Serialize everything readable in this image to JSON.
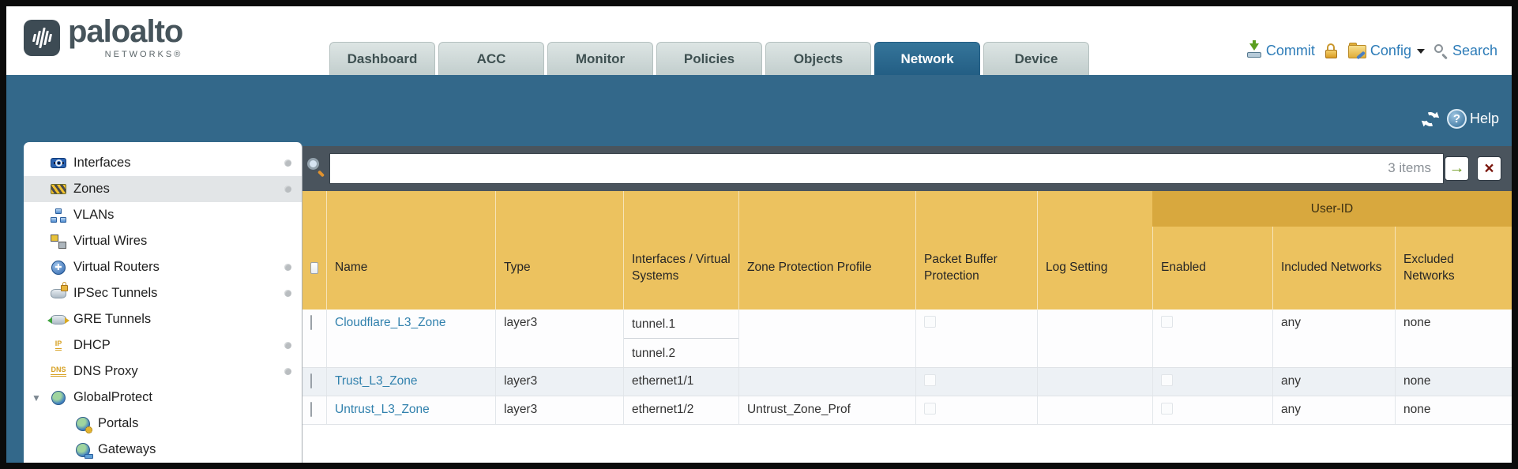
{
  "colors": {
    "teal_band": "#33688a",
    "active_tab": "#235e84",
    "filter_bar": "#4a545d",
    "table_header": "#ecc25f",
    "userid_band": "#d8a83e",
    "link_blue": "#3181ad",
    "action_blue": "#2d7cb8"
  },
  "header": {
    "brand": "paloalto",
    "brand_sub": "NETWORKS®",
    "tabs": [
      {
        "label": "Dashboard"
      },
      {
        "label": "ACC"
      },
      {
        "label": "Monitor"
      },
      {
        "label": "Policies"
      },
      {
        "label": "Objects"
      },
      {
        "label": "Network"
      },
      {
        "label": "Device"
      }
    ],
    "commit_label": "Commit",
    "config_label": "Config",
    "search_label": "Search"
  },
  "toolbar": {
    "help_label": "Help"
  },
  "icons": {
    "help_glyph": "?",
    "apply_glyph": "→",
    "clear_glyph": "×",
    "caret_glyph": "▼",
    "router_glyph": "✚"
  },
  "sidebar": {
    "items": [
      {
        "label": "Interfaces"
      },
      {
        "label": "Zones"
      },
      {
        "label": "VLANs"
      },
      {
        "label": "Virtual Wires"
      },
      {
        "label": "Virtual Routers"
      },
      {
        "label": "IPSec Tunnels"
      },
      {
        "label": "GRE Tunnels"
      },
      {
        "label": "DHCP"
      },
      {
        "label": "DNS Proxy"
      },
      {
        "label": "GlobalProtect"
      },
      {
        "label": "Portals"
      },
      {
        "label": "Gateways"
      }
    ],
    "dhcp_icon_text": "IP",
    "dns_icon_text": "DNS"
  },
  "filter": {
    "value": "",
    "count": "3 items"
  },
  "table": {
    "userid_group": "User-ID",
    "columns": [
      {
        "label": "Name"
      },
      {
        "label": "Type"
      },
      {
        "label": "Interfaces / Virtual Systems"
      },
      {
        "label": "Zone Protection Profile"
      },
      {
        "label": "Packet Buffer Protection"
      },
      {
        "label": "Log Setting"
      },
      {
        "label": "Enabled"
      },
      {
        "label": "Included Networks"
      },
      {
        "label": "Excluded Networks"
      }
    ],
    "rows": [
      {
        "name": "Cloudflare_L3_Zone",
        "type": "layer3",
        "interfaces": [
          "tunnel.1",
          "tunnel.2"
        ],
        "zone_protection_profile": "",
        "log_setting": "",
        "included_networks": "any",
        "excluded_networks": "none"
      },
      {
        "name": "Trust_L3_Zone",
        "type": "layer3",
        "interfaces": [
          "ethernet1/1"
        ],
        "zone_protection_profile": "",
        "log_setting": "",
        "included_networks": "any",
        "excluded_networks": "none"
      },
      {
        "name": "Untrust_L3_Zone",
        "type": "layer3",
        "interfaces": [
          "ethernet1/2"
        ],
        "zone_protection_profile": "Untrust_Zone_Prof",
        "log_setting": "",
        "included_networks": "any",
        "excluded_networks": "none"
      }
    ]
  }
}
